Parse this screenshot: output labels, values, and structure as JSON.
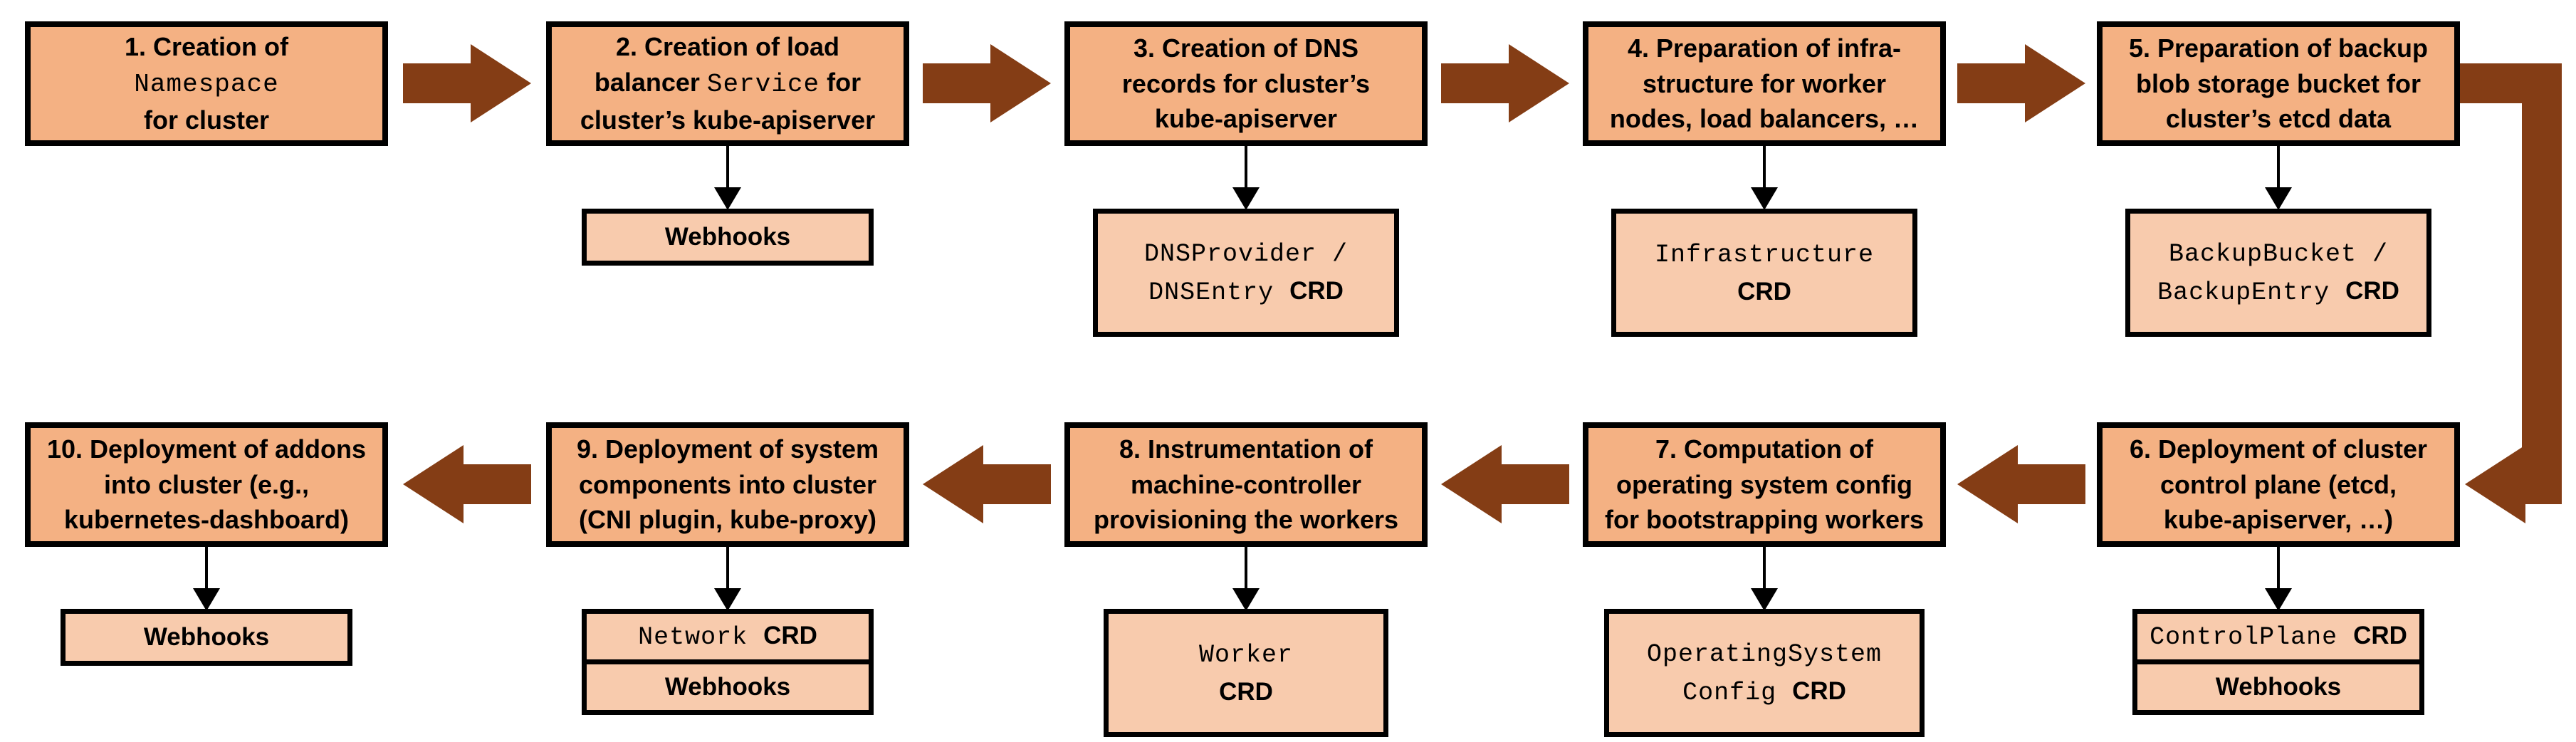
{
  "colors": {
    "main_box_fill": "#F4B183",
    "sub_box_fill": "#F8CBAD",
    "flow_arrow": "#843D15",
    "border_and_thin_arrow": "#000000",
    "background": "#FFFFFF"
  },
  "steps": [
    {
      "id": "step-1",
      "label_segments": [
        {
          "t": "1. Creation of\n"
        },
        {
          "t": "Namespace",
          "mono": true
        },
        {
          "t": "\nfor cluster"
        }
      ],
      "sub_boxes": []
    },
    {
      "id": "step-2",
      "label_segments": [
        {
          "t": "2. Creation of load\nbalancer "
        },
        {
          "t": "Service",
          "mono": true
        },
        {
          "t": " for\ncluster’s kube-apiserver"
        }
      ],
      "sub_boxes": [
        [
          {
            "t": "Webhooks",
            "bold": true
          }
        ]
      ]
    },
    {
      "id": "step-3",
      "label_segments": [
        {
          "t": "3. Creation of DNS\nrecords for cluster’s\nkube-apiserver"
        }
      ],
      "sub_boxes": [
        [
          {
            "t": "DNSProvider /\nDNSEntry ",
            "mono": true
          },
          {
            "t": "CRD",
            "bold": true
          }
        ]
      ]
    },
    {
      "id": "step-4",
      "label_segments": [
        {
          "t": "4. Preparation of infra-\nstructure for worker\nnodes, load balancers, …"
        }
      ],
      "sub_boxes": [
        [
          {
            "t": "Infrastructure\n",
            "mono": true
          },
          {
            "t": "CRD",
            "bold": true
          }
        ]
      ]
    },
    {
      "id": "step-5",
      "label_segments": [
        {
          "t": "5. Preparation of backup\nblob storage bucket for\ncluster’s etcd data"
        }
      ],
      "sub_boxes": [
        [
          {
            "t": "BackupBucket /\nBackupEntry ",
            "mono": true
          },
          {
            "t": "CRD",
            "bold": true
          }
        ]
      ]
    },
    {
      "id": "step-6",
      "label_segments": [
        {
          "t": "6. Deployment of cluster\ncontrol plane (etcd,\nkube-apiserver, …)"
        }
      ],
      "sub_boxes": [
        [
          {
            "t": "ControlPlane ",
            "mono": true
          },
          {
            "t": "CRD",
            "bold": true
          }
        ],
        [
          {
            "t": "Webhooks",
            "bold": true
          }
        ]
      ]
    },
    {
      "id": "step-7",
      "label_segments": [
        {
          "t": "7. Computation of\noperating system config\nfor bootstrapping workers"
        }
      ],
      "sub_boxes": [
        [
          {
            "t": "OperatingSystem\nConfig ",
            "mono": true
          },
          {
            "t": "CRD",
            "bold": true
          }
        ]
      ]
    },
    {
      "id": "step-8",
      "label_segments": [
        {
          "t": "8. Instrumentation of\nmachine-controller\nprovisioning the workers"
        }
      ],
      "sub_boxes": [
        [
          {
            "t": "Worker\n",
            "mono": true
          },
          {
            "t": "CRD",
            "bold": true
          }
        ]
      ]
    },
    {
      "id": "step-9",
      "label_segments": [
        {
          "t": "9. Deployment of system\ncomponents into cluster\n(CNI plugin, kube-proxy)"
        }
      ],
      "sub_boxes": [
        [
          {
            "t": "Network ",
            "mono": true
          },
          {
            "t": "CRD",
            "bold": true
          }
        ],
        [
          {
            "t": "Webhooks",
            "bold": true
          }
        ]
      ]
    },
    {
      "id": "step-10",
      "label_segments": [
        {
          "t": "10. Deployment of addons\ninto cluster (e.g.,\nkubernetes-dashboard)"
        }
      ],
      "sub_boxes": [
        [
          {
            "t": "Webhooks",
            "bold": true
          }
        ]
      ]
    }
  ]
}
